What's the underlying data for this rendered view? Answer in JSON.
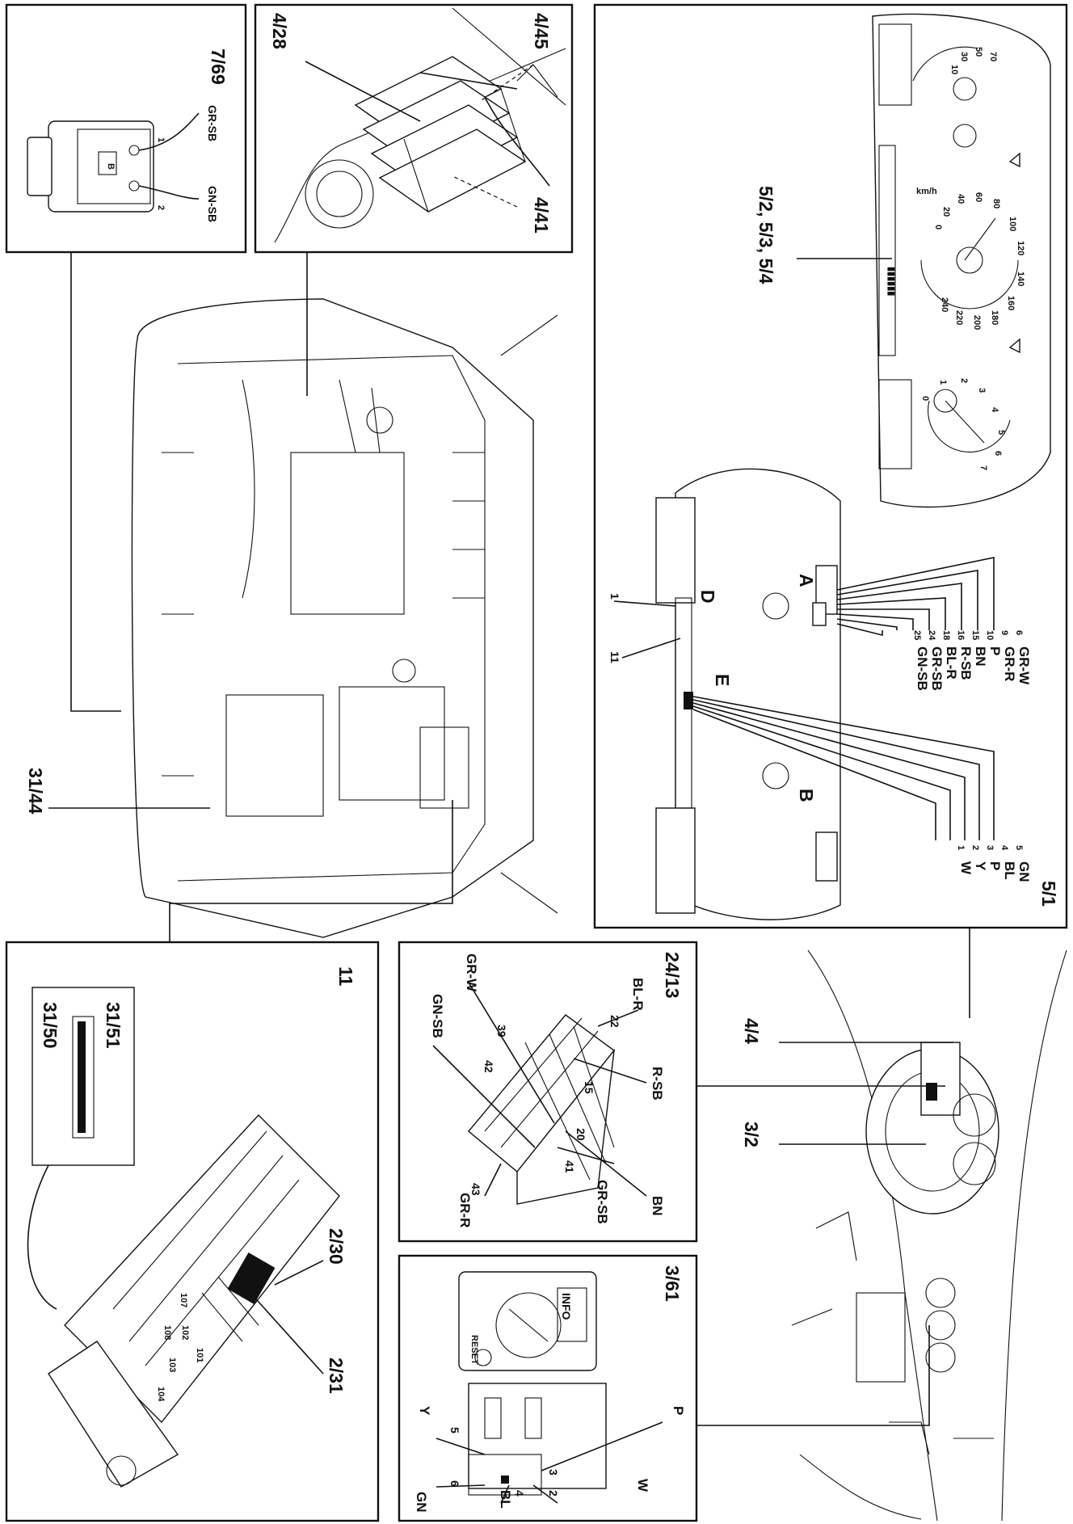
{
  "panels": {
    "top_left": {
      "ref": "7/69",
      "wire_1": "GR-SB",
      "wire_2": "GN-SB",
      "pin_1": "1",
      "pin_2": "2",
      "pin_b": "B"
    },
    "top_mid": {
      "ref_relay": "4/28",
      "ref_top": "4/45",
      "ref_bottom": "4/41"
    },
    "top_right": {
      "ref_instrument": "5/2, 5/3, 5/4",
      "ref_panel": "5/1",
      "speed_scale": [
        "0",
        "20",
        "40",
        "60",
        "80",
        "100",
        "120",
        "140",
        "160",
        "180",
        "200",
        "220",
        "240"
      ],
      "speed_unit": "km/h",
      "rpm_scale": [
        "0",
        "1",
        "2",
        "3",
        "4",
        "5",
        "6",
        "7"
      ],
      "temp_scale": [
        "10",
        "30",
        "50",
        "70"
      ]
    },
    "connector_a": {
      "letter": "A",
      "pins": [
        "6",
        "9",
        "10",
        "15",
        "16",
        "18",
        "24",
        "25"
      ],
      "wires": [
        "GR-W",
        "GR-R",
        "P",
        "BN",
        "R-SB",
        "BL-R",
        "GR-SB",
        "GN-SB"
      ]
    },
    "connector_d": {
      "letter": "D",
      "pin_1": "1",
      "pin_11": "11"
    },
    "connector_e": {
      "letter": "E",
      "pins": [
        "5",
        "4",
        "3",
        "2",
        "1"
      ],
      "wires": [
        "GN",
        "BL",
        "P",
        "Y",
        "W"
      ]
    },
    "connector_b": {
      "letter": "B"
    },
    "engine": {
      "ref": "31/44"
    },
    "ecu": {
      "ref": "11",
      "ref_a": "2/30",
      "ref_b": "2/31",
      "inset_a": "31/51",
      "inset_b": "31/50",
      "slots": [
        "101",
        "102",
        "103",
        "104",
        "107",
        "108"
      ]
    },
    "diag": {
      "ref": "24/13",
      "pins": [
        "22",
        "39",
        "42",
        "15",
        "20",
        "41",
        "43"
      ],
      "wires": [
        "BL-R",
        "GR-W",
        "GN-SB",
        "R-SB",
        "BN",
        "GR-SB",
        "GR-R"
      ]
    },
    "switch": {
      "ref": "3/61",
      "info": "INFO",
      "reset": "RESET",
      "pins": [
        "5",
        "6",
        "4",
        "2",
        "3"
      ],
      "wires": [
        "Y",
        "GN",
        "BL",
        "W",
        "P"
      ]
    },
    "dash": {
      "ref_a": "4/4",
      "ref_b": "3/2"
    }
  }
}
